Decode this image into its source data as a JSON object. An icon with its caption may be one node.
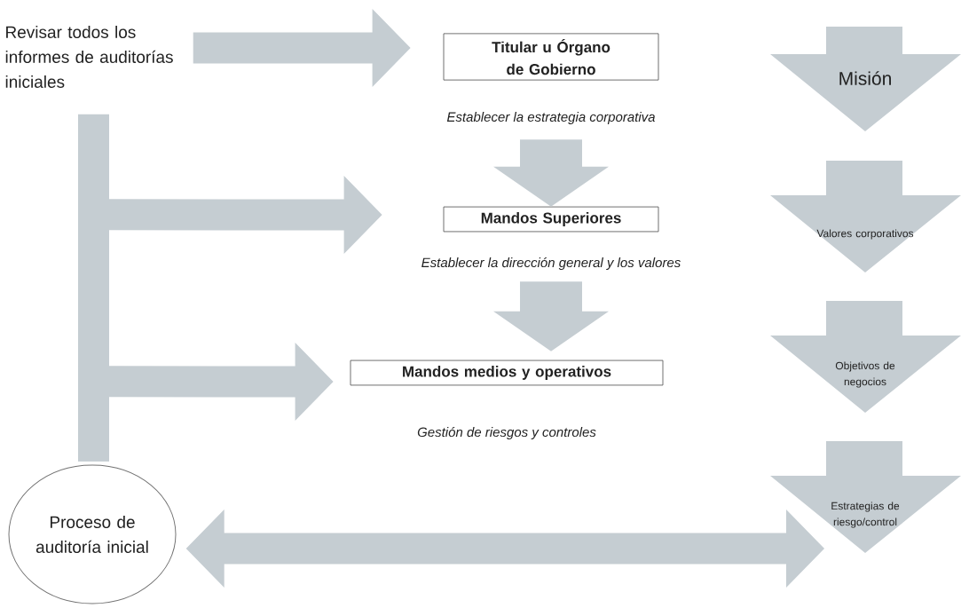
{
  "diagram": {
    "nodes": [
      {
        "text": [
          "Revisar todos los informes de auditorías iniciales"
        ]
      },
      {
        "text": [
          "Titular u Órgano de Gobierno"
        ],
        "beside": [
          "Establecer la estrategia corporativa"
        ]
      },
      {
        "text": [
          "Mandos Superiores"
        ],
        "beside": [
          "Establecer la dirección general y los valores"
        ]
      },
      {
        "text": [
          "Mandos medios y operativos"
        ],
        "beside": [
          "Gestión de riesgos y controles"
        ]
      },
      {
        "text": [
          "Misión"
        ]
      },
      {
        "text": [
          "Valores corporativos"
        ]
      },
      {
        "text": [
          "Objetivos de negocios"
        ]
      },
      {
        "text": [
          "Estrategias de riesgo/control"
        ]
      },
      {
        "text": [
          "Proceso de auditoría inicial"
        ]
      }
    ],
    "edges": [
      {
        "from": 0,
        "to": 1,
        "arrow": "to",
        "style": "thick"
      },
      {
        "from": 8,
        "to": 2,
        "arrow": "to",
        "style": "thick"
      },
      {
        "from": 8,
        "to": 3,
        "arrow": "to",
        "style": "thick"
      },
      {
        "from": 1,
        "to": 2,
        "arrow": "to",
        "style": "thick"
      },
      {
        "from": 2,
        "to": 3,
        "arrow": "to",
        "style": "thick"
      },
      {
        "from": 8,
        "to": 7,
        "arrow": "both",
        "style": "thick"
      }
    ]
  }
}
